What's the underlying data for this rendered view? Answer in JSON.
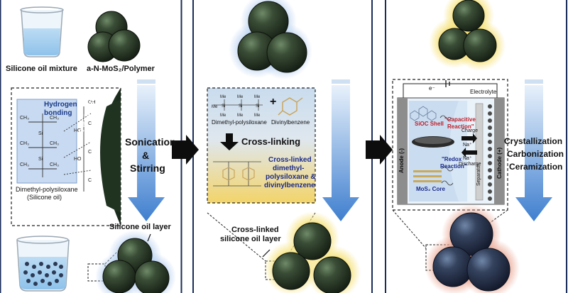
{
  "panel1": {
    "silicone_oil_mixture": "Silicone oil mixture",
    "polymer_label": "a-N-MoS₂/Polymer",
    "polymer_vertical": "a-N-MoS₂/Polymer",
    "hydrogen_bonding": "Hydrogen bonding",
    "step_line1": "Sonication",
    "step_line2": "&",
    "step_line3": "Stirring",
    "dimethyl_caption_line1": "Dimethyl-polysiloxane",
    "dimethyl_caption_line2": "(Silicone oil)",
    "silicone_oil_layer": "Silicone oil layer"
  },
  "panel2": {
    "dimethyl": "Dimethyl-polysiloxane",
    "divinylbenzene": "Divinylbenzene",
    "plus": "+",
    "cross_linking": "Cross-linking",
    "crosslinked_product_line1": "Cross-linked",
    "crosslinked_product_line2": "dimethyl-",
    "crosslinked_product_line3": "polysiloxane &",
    "crosslinked_product_line4": "divinylbenzene",
    "crosslinked_layer_line1": "Cross-linked",
    "crosslinked_layer_line2": "silicone oil layer"
  },
  "panel3": {
    "electron": "e⁻",
    "electrolyte": "Electrolyte",
    "anode": "Anode (-)",
    "cathode": "Cathode (+)",
    "sioc_shell": "SiOC Shell",
    "capacitive_line1": "\"Capacitive",
    "capacitive_line2": "Reaction\"",
    "redox_line1": "\"Redox",
    "redox_line2": "Reaction\"",
    "mos2_core": "MoS₂ Core",
    "charge": "Charge",
    "discharge": "Discharge",
    "na_plus_1": "Na⁺",
    "na_plus_2": "Na⁺",
    "separator": "Separator",
    "step_line1": "Crystallization",
    "step_line2": "Carbonization",
    "step_line3": "Ceramization"
  },
  "colors": {
    "sphere_green": "#2f3f2c",
    "sphere_navy": "#2c3a52",
    "arrow_blue": "#4a86d0",
    "glow_yellow": "#f6e27a",
    "glow_blue": "#b7d0f0",
    "glow_red": "#e8a08a"
  }
}
